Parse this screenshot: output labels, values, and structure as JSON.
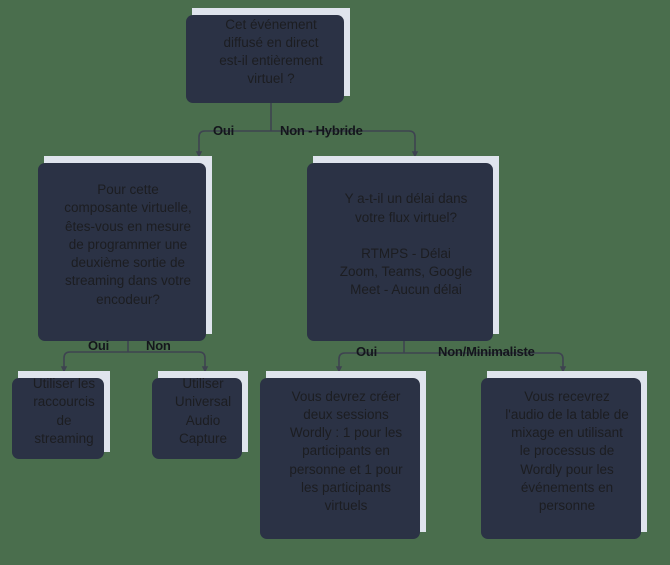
{
  "diagram": {
    "title": "Arbre de decision - diffusion d'evenement",
    "background_color": "#4a6e4d",
    "node_fill_color": "#dfe4ed",
    "node_shadow_color": "#2b3245",
    "edge_color": "#3e4350",
    "text_color": "#1c1d21"
  },
  "nodes": {
    "root": {
      "id": "root",
      "type": "decision",
      "text": "Cet événement\ndiffusé en direct\nest-il entièrement\nvirtuel ?"
    },
    "virtual_question": {
      "id": "virtual-question",
      "type": "decision",
      "text": "Pour cette\ncomposante virtuelle,\nêtes-vous en mesure\nde programmer une\ndeuxième sortie de\nstreaming dans votre\nencodeur?"
    },
    "delay_question": {
      "id": "delay-question",
      "type": "decision",
      "text": "Y a-t-il un délai dans\nvotre flux virtuel?\n\nRTMPS - Délai\nZoom, Teams, Google\nMeet - Aucun délai"
    },
    "streaming_shortcuts": {
      "id": "streaming-shortcuts",
      "type": "outcome",
      "text": "Utiliser les\nraccourcis\nde\nstreaming"
    },
    "universal_audio_capture": {
      "id": "universal-audio-capture",
      "type": "outcome",
      "text": "Utiliser\nUniversal\nAudio\nCapture"
    },
    "two_sessions": {
      "id": "two-sessions",
      "type": "outcome",
      "text": "Vous devrez créer\ndeux sessions\nWordly : 1 pour les\nparticipants en\npersonne et 1 pour\nles participants\nvirtuels"
    },
    "mixer_audio": {
      "id": "mixer-audio",
      "type": "outcome",
      "text": "Vous recevrez\nl'audio de la table de\nmixage en utilisant\nle processus de\nWordly pour les\névénements en\npersonne"
    }
  },
  "edges": [
    {
      "id": "root-to-virtual",
      "from": "root",
      "to": "virtual_question",
      "label": "Oui"
    },
    {
      "id": "root-to-delay",
      "from": "root",
      "to": "delay_question",
      "label": "Non - Hybride"
    },
    {
      "id": "virtual-to-shortcuts",
      "from": "virtual_question",
      "to": "streaming_shortcuts",
      "label": "Oui"
    },
    {
      "id": "virtual-to-uac",
      "from": "virtual_question",
      "to": "universal_audio_capture",
      "label": "Non"
    },
    {
      "id": "delay-to-sessions",
      "from": "delay_question",
      "to": "two_sessions",
      "label": "Oui"
    },
    {
      "id": "delay-to-mixer",
      "from": "delay_question",
      "to": "mixer_audio",
      "label": "Non/Minimaliste"
    }
  ]
}
